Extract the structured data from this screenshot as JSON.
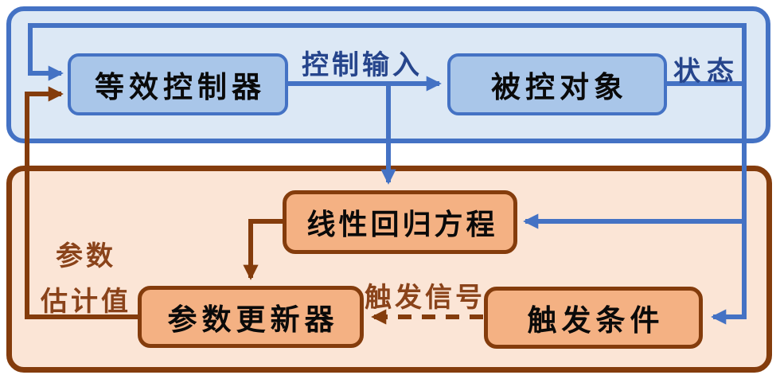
{
  "diagram": {
    "containers": {
      "top": {
        "name": "control-loop-region"
      },
      "bottom": {
        "name": "parameter-estimation-region"
      }
    },
    "nodes": {
      "controller": {
        "label": "等效控制器"
      },
      "plant": {
        "label": "被控对象"
      },
      "regression": {
        "label": "线性回归方程"
      },
      "updater": {
        "label": "参数更新器"
      },
      "trigger": {
        "label": "触发条件"
      }
    },
    "edge_labels": {
      "control_input": "控制输入",
      "state": "状态",
      "param_estimate_line1": "参数",
      "param_estimate_line2": "估计值",
      "trigger_signal": "触发信号"
    },
    "edges": [
      {
        "from": "controller",
        "to": "plant",
        "label": "控制输入",
        "style": "solid-blue"
      },
      {
        "from": "plant",
        "to": "controller",
        "label": "状态",
        "style": "solid-blue-feedback"
      },
      {
        "from": "control_input_line",
        "to": "regression",
        "label": "",
        "style": "solid-blue"
      },
      {
        "from": "state_line",
        "to": "regression",
        "label": "",
        "style": "solid-blue"
      },
      {
        "from": "state_line",
        "to": "trigger",
        "label": "",
        "style": "solid-blue"
      },
      {
        "from": "regression",
        "to": "updater",
        "label": "",
        "style": "solid-brown"
      },
      {
        "from": "trigger",
        "to": "updater",
        "label": "触发信号",
        "style": "dashed-brown"
      },
      {
        "from": "updater",
        "to": "controller",
        "label": "参数估计值",
        "style": "solid-brown"
      }
    ],
    "colors": {
      "blue_line": "#4472c4",
      "blue_box_fill": "#a9c6e9",
      "blue_container_fill": "#dce8f5",
      "blue_label_text": "#26458c",
      "brown_line": "#843c0c",
      "orange_box_fill": "#f4b183",
      "orange_container_fill": "#fbe5d6",
      "brown_label_text": "#8a431a",
      "node_text": "#0a0a0a",
      "background": "#ffffff"
    }
  }
}
